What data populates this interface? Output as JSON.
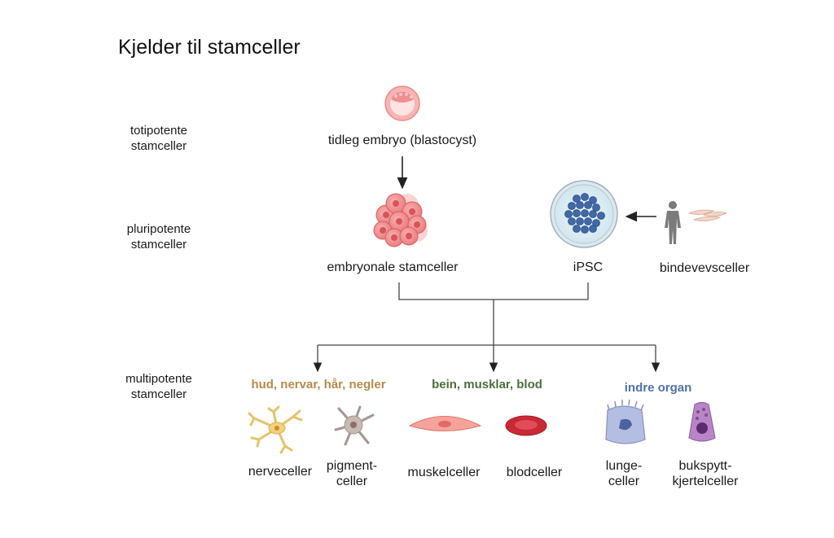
{
  "title": "Kjelder til stamceller",
  "levels": {
    "totipotent": [
      "totipotente",
      "stamceller"
    ],
    "pluripotent": [
      "pluripotente",
      "stamceller"
    ],
    "multipotent": [
      "multipotente",
      "stamceller"
    ]
  },
  "nodes": {
    "early_embryo": "tidleg embryo (blastocyst)",
    "embryonic": "embryonale stamceller",
    "ipsc": "iPSC",
    "connective": "bindevevsceller"
  },
  "groups": {
    "skin": {
      "label": "hud, nervar, hår, negler",
      "color": "#b88a4a"
    },
    "bone": {
      "label": "bein, musklar, blod",
      "color": "#4d6f3c"
    },
    "organs": {
      "label": "indre organ",
      "color": "#4f72a8"
    }
  },
  "cells": {
    "nerve": "nerveceller",
    "pigment": [
      "pigment-",
      "celler"
    ],
    "muscle": "muskelceller",
    "blood": "blodceller",
    "lung": [
      "lunge-",
      "celler"
    ],
    "pancreas": [
      "bukspytt-",
      "kjertelceller"
    ]
  },
  "icons": {
    "blastocyst": "blastocyst-icon",
    "embryonic_cluster": "embryonic-stem-cell-cluster-icon",
    "ipsc_dish": "petri-dish-icon",
    "human": "human-figure-icon",
    "fibroblast": "fibroblast-icon"
  }
}
